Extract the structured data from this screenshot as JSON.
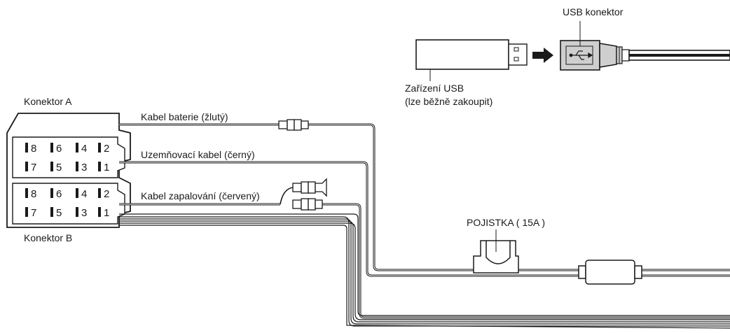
{
  "labels": {
    "usb_connector": "USB konektor",
    "usb_device_line1": "Zařízení USB",
    "usb_device_line2": "(lze běžně zakoupit)",
    "connector_a": "Konektor A",
    "connector_b": "Konektor B",
    "battery_cable": "Kabel baterie (žlutý)",
    "ground_cable": "Uzemňovací kabel (černý)",
    "ignition_cable": "Kabel zapalování (červený)",
    "fuse": "POJISTKA ( 15A )"
  },
  "connector_a_pins": {
    "top_row": [
      "8",
      "6",
      "4",
      "2"
    ],
    "bottom_row": [
      "7",
      "5",
      "3",
      "1"
    ]
  },
  "connector_b_pins": {
    "top_row": [
      "8",
      "6",
      "4",
      "2"
    ],
    "bottom_row": [
      "7",
      "5",
      "3",
      "1"
    ]
  },
  "colors": {
    "line": "#1a1a1a",
    "usb_plug_fill": "#cfcfcf",
    "background": "#ffffff"
  }
}
